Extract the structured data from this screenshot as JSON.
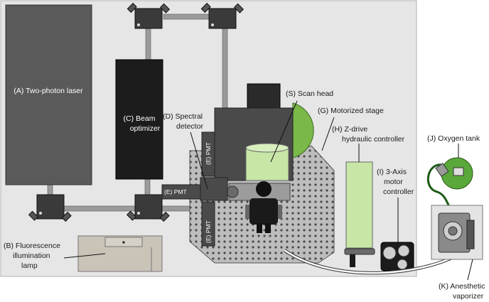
{
  "labels": {
    "laser": "(A) Two-photon laser",
    "lamp_1": "(B) Fluorescence",
    "lamp_2": "illumination",
    "lamp_3": "lamp",
    "optimizer_1": "(C) Beam",
    "optimizer_2": "optimizer",
    "spectral_1": "(D) Spectral",
    "spectral_2": "detector",
    "pmt_left": "(E) PMT",
    "pmt_top": "(E) PMT",
    "pmt_bottom": "(E) PMT",
    "scan_head": "(S) Scan head",
    "stage": "(G) Motorized stage",
    "zdrive_1": "(H) Z-drive",
    "zdrive_2": "hydraulic controller",
    "motor_1": "(I) 3-Axis",
    "motor_2": "motor",
    "motor_3": "controller",
    "oxygen": "(J) Oxygen tank",
    "vaporizer_1": "(K) Anesthetic",
    "vaporizer_2": "vaporizer"
  },
  "colors": {
    "table": "#e6e6e6",
    "laser": "#5a5a5a",
    "optimizer": "#1c1c1c",
    "mirror": "#3a3a3a",
    "lamp": "#c9c3b8",
    "stage": "#bdbdbd",
    "scan_head": "#4a4a4a",
    "objective": "#c8e6a6",
    "scan_disc": "#7ab84a",
    "green_cylinder": "#c8e6a6",
    "oxygen": "#5aa83a",
    "tubing": "#333333"
  }
}
